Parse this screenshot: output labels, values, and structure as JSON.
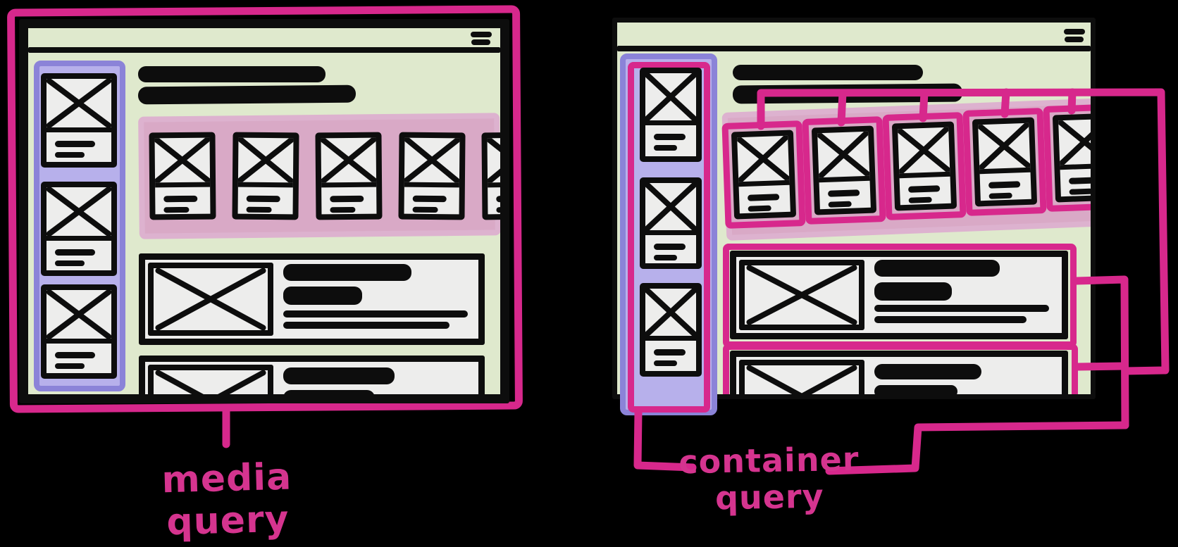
{
  "colors": {
    "background": "#000000",
    "accent_pink": "#d7288c",
    "label_pink": "#d5348f",
    "ink_black": "#0d0d0d",
    "window_green": "#dfe9cd",
    "sidebar_purple": "#b7b0eb",
    "sidebar_purple_border": "#8b83d8",
    "card_row_band_pink": "#d9a9c6",
    "card_row_band_border": "#ddb2cf",
    "card_gray": "#ededec"
  },
  "left_panel": {
    "label": "media query",
    "window": {
      "menu_icon": "hamburger-icon",
      "sidebar_card_count": 3,
      "heading_bar_count": 2,
      "card_row_count": 5,
      "list_item_count": 2
    }
  },
  "right_panel": {
    "label_lines": [
      "container",
      "query"
    ],
    "window": {
      "menu_icon": "hamburger-icon",
      "sidebar_card_count": 3,
      "heading_bar_count": 2,
      "card_row_count": 5,
      "list_item_count": 2
    }
  }
}
